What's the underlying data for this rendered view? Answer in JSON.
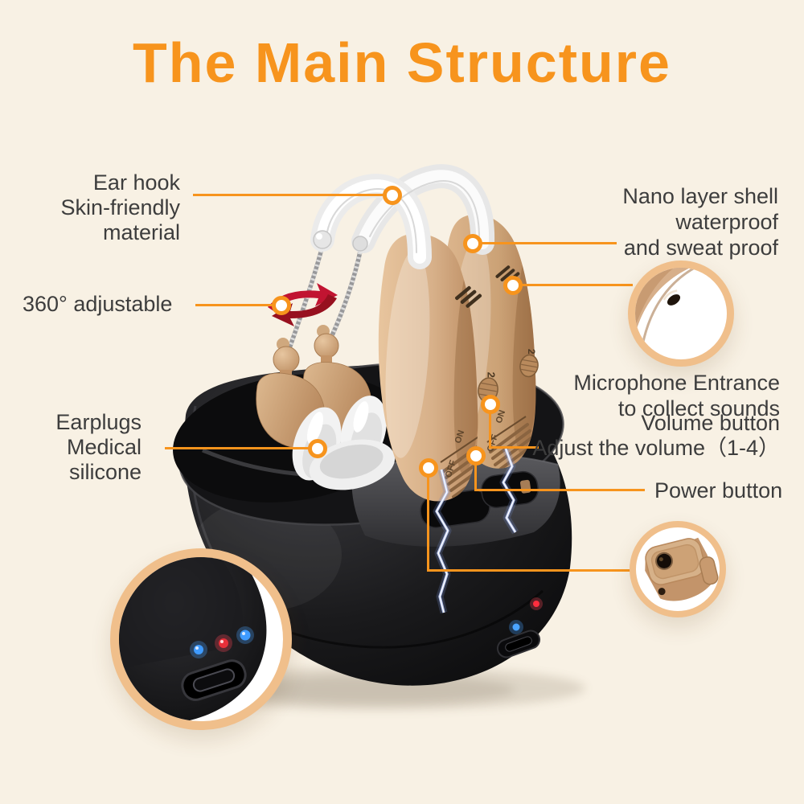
{
  "title": "The Main Structure",
  "colors": {
    "background": "#F8F1E4",
    "accent": "#F7941D",
    "label_text": "#3D3D3D",
    "inset_ring": "#F0BF8B",
    "device_tan": "#D2A77C",
    "case_black": "#141416",
    "led_red": "#E8303A",
    "led_blue": "#3F9BFF",
    "rotation_arrow_red": "#C11431"
  },
  "callouts": {
    "ear_hook": {
      "label": "Ear hook\nSkin-friendly\nmaterial"
    },
    "nano_shell": {
      "label": "Nano layer shell\nwaterproof\nand sweat proof"
    },
    "adjustable": {
      "label": "360° adjustable"
    },
    "microphone": {
      "label": "Microphone Entrance\nto collect sounds"
    },
    "volume": {
      "label": "Volume button\nAdjust the volume（1-4）"
    },
    "power": {
      "label": "Power button"
    },
    "earplugs": {
      "label": "Earplugs\nMedical\nsilicone"
    }
  },
  "device_markings": {
    "volume_level": "2",
    "switch_on": "ON",
    "switch_off": "OFF"
  },
  "insets": {
    "bottom_left": "charging-case-leds-and-port-closeup",
    "top_right": "microphone-entrance-closeup",
    "bottom_right": "power-button-closeup"
  }
}
